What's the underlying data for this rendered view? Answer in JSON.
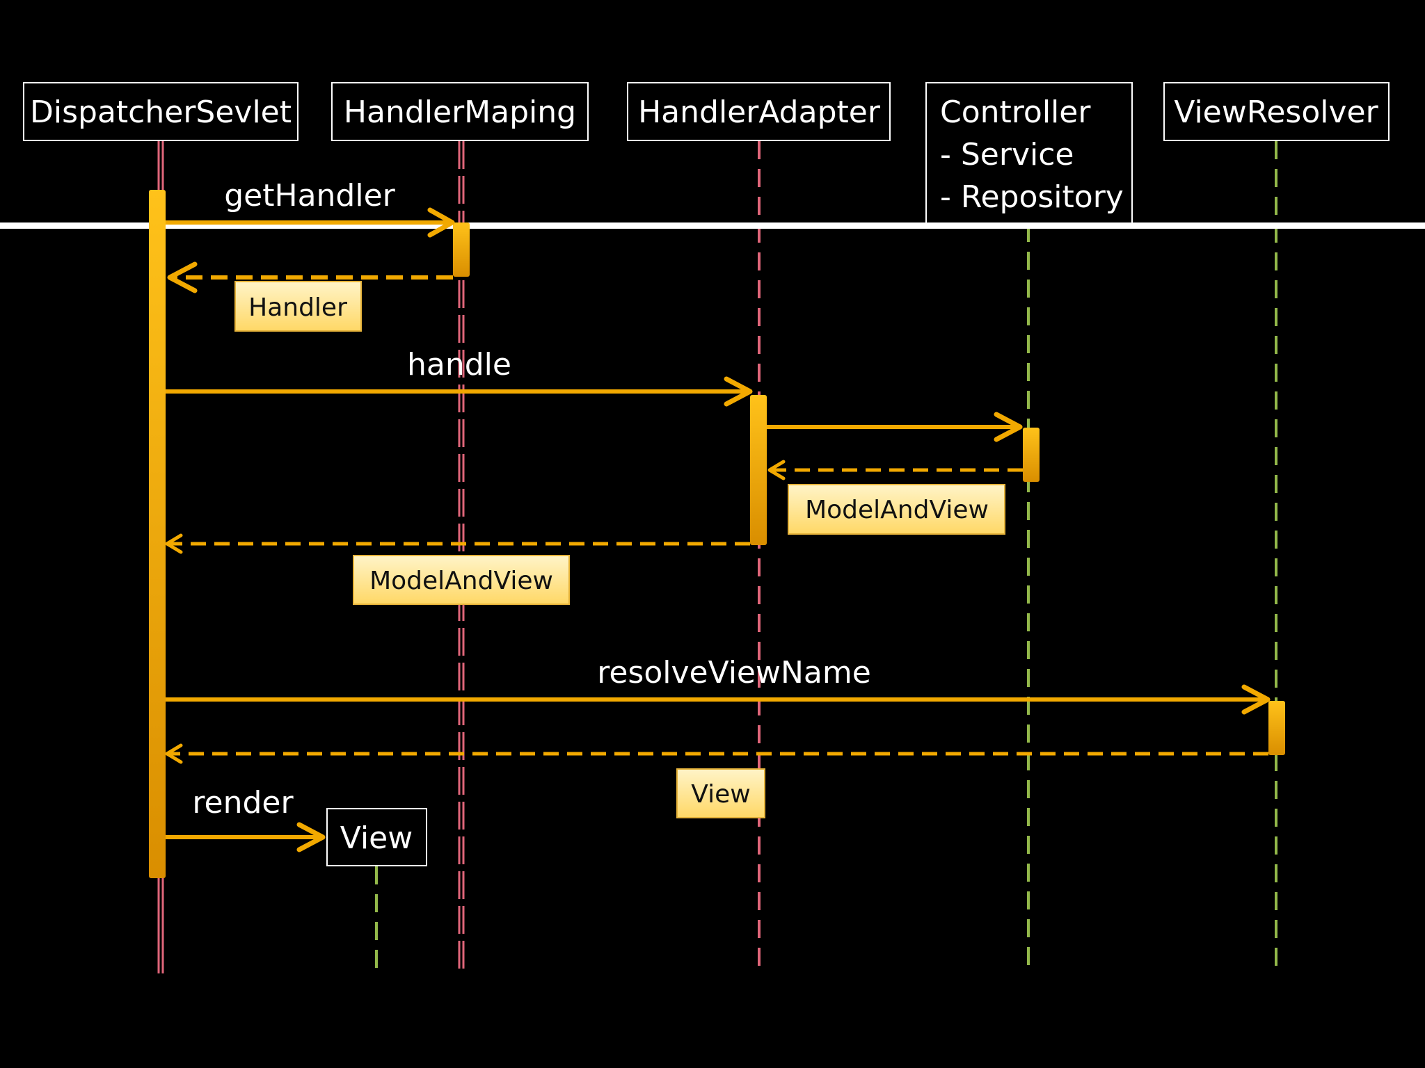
{
  "participants": {
    "dispatcher": "DispatcherSevlet",
    "handler_mapping": "HandlerMaping",
    "handler_adapter": "HandlerAdapter",
    "controller": {
      "line1": "Controller",
      "line2": "- Service",
      "line3": "- Repository"
    },
    "view_resolver": "ViewResolver",
    "view": "View"
  },
  "messages": {
    "get_handler": "getHandler",
    "handle": "handle",
    "resolve_view_name": "resolveViewName",
    "render": "render"
  },
  "return_notes": {
    "handler": "Handler",
    "model_and_view_controller": "ModelAndView",
    "model_and_view_adapter": "ModelAndView",
    "view": "View"
  },
  "colors": {
    "background": "#000000",
    "lifeline_red": "#e0667a",
    "lifeline_green": "#93b84a",
    "arrow": "#f2a900",
    "activation_top": "#ffc21a",
    "activation_bottom": "#d98e00",
    "note_top": "#fff4c8",
    "note_bottom": "#ffd866",
    "divider": "#ffffff"
  }
}
